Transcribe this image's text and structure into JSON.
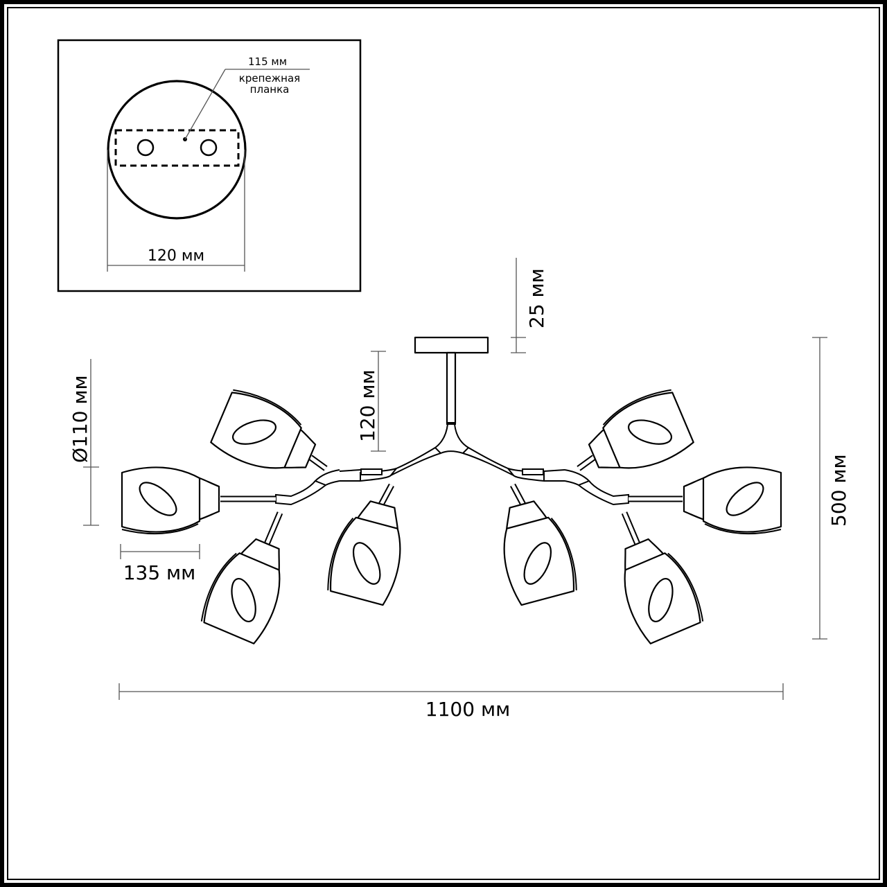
{
  "inset": {
    "label_top": "115 мм",
    "label_desc_1": "крепежная",
    "label_desc_2": "планка",
    "label_width": "120 мм"
  },
  "dimensions": {
    "canopy_height": "25 мм",
    "rod_length": "120 мм",
    "shade_diameter": "Ø110 мм",
    "shade_length": "135 мм",
    "total_height": "500 мм",
    "total_width": "1100 мм"
  },
  "fixture": {
    "shade_count": 8,
    "line_color": "#000000",
    "dim_line_color": "#555555"
  }
}
